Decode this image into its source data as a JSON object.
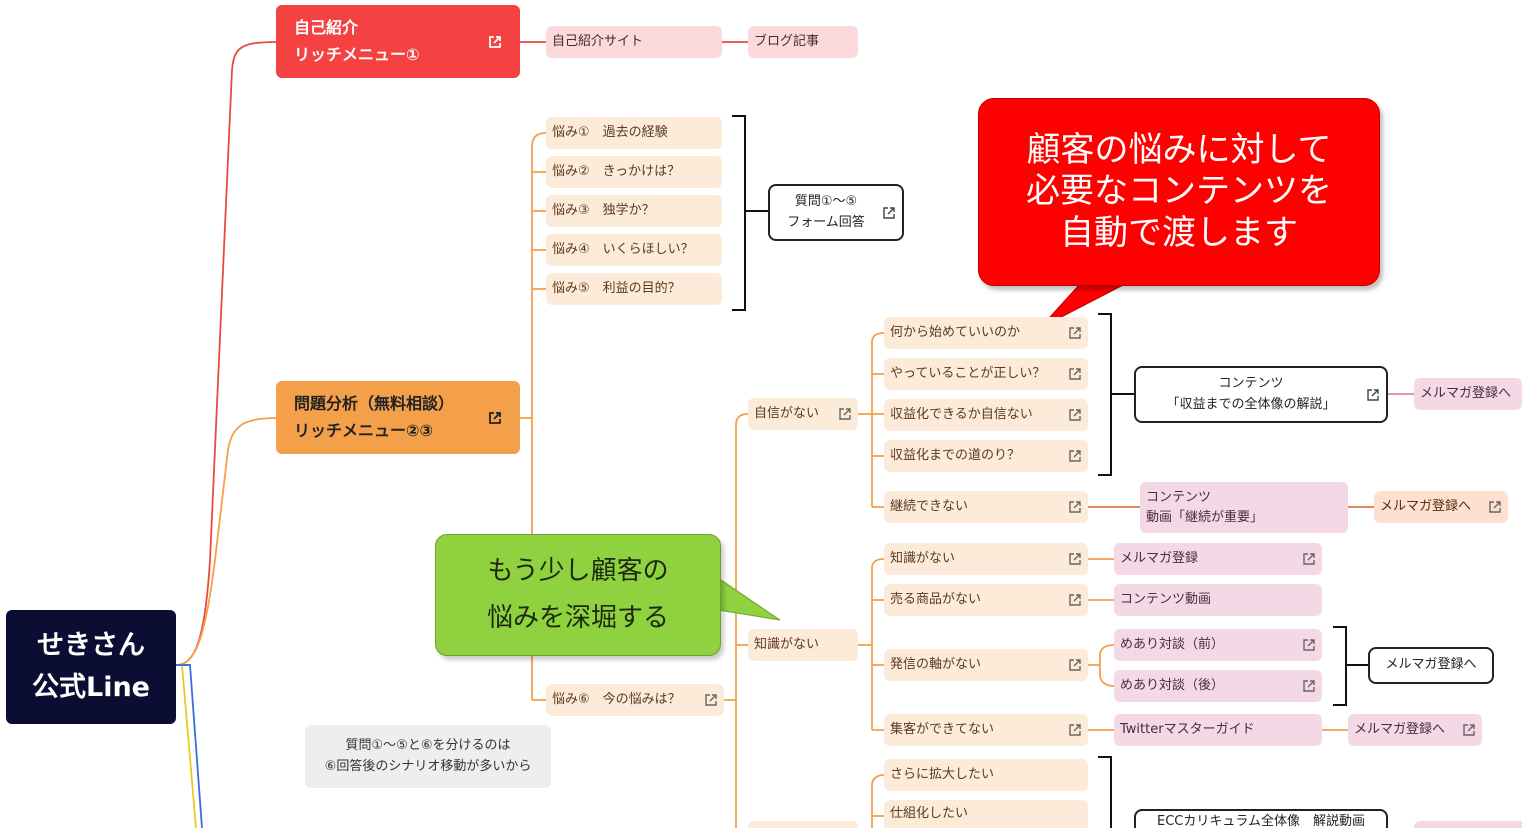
{
  "root": {
    "line1": "せきさん",
    "line2": "公式Line"
  },
  "self_intro": {
    "title_line1": "自己紹介",
    "title_line2": "リッチメニュー①",
    "site": "自己紹介サイト",
    "blog": "ブログ記事"
  },
  "analysis": {
    "title_line1": "問題分析（無料相談）",
    "title_line2": "リッチメニュー②③",
    "worries": [
      "悩み①　過去の経験",
      "悩み②　きっかけは？",
      "悩み③　独学か？",
      "悩み④　いくらほしい？",
      "悩み⑤　利益の目的？"
    ],
    "form_line1": "質問①〜⑤",
    "form_line2": "フォーム回答",
    "worry6": "悩み⑥　今の悩みは？",
    "no_confidence": "自信がない",
    "conf_items": [
      "何から始めていいのか",
      "やっていることが正しい？",
      "収益化できるか自信ない",
      "収益化までの道のり？"
    ],
    "content1_line1": "コンテンツ",
    "content1_line2": "「収益までの全体像の解説」",
    "mailmag_to": "メルマガ登録へ",
    "cannot_continue": "継続できない",
    "content2_line1": "コンテンツ",
    "content2_line2": "動画「継続が重要」",
    "mailmag_to_2": "メルマガ登録へ",
    "no_knowledge": "知識がない",
    "know_items": [
      "知識がない",
      "売る商品がない",
      "発信の軸がない",
      "集客ができてない"
    ],
    "mailmag": "メルマガ登録",
    "content_video": "コンテンツ動画",
    "meari_before": "めあり対談（前）",
    "meari_after": "めあり対談（後）",
    "mailmag_to_3": "メルマガ登録へ",
    "twitter_guide": "Twitterマスターガイド",
    "mailmag_to_4": "メルマガ登録へ",
    "expand": "さらに拡大したい",
    "systemize": "仕組化したい",
    "ecc": "ECCカリキュラム全体像　解説動画"
  },
  "note": {
    "line1": "質問①〜⑤と⑥を分けるのは",
    "line2": "⑥回答後のシナリオ移動が多いから"
  },
  "callout_red": "顧客の悩みに対して\n必要なコンテンツを\n自動で渡します",
  "callout_green": "もう少し顧客の\n悩みを深堀する",
  "colors": {
    "root": "#0b0d33",
    "red": "#f44242",
    "orange": "#f4a04a",
    "peach": "#fdebd9",
    "pink": "#f5d8e6",
    "callout_red": "#ff0000",
    "callout_green": "#8fd13f"
  },
  "icons": {
    "link": "external-link-icon"
  }
}
